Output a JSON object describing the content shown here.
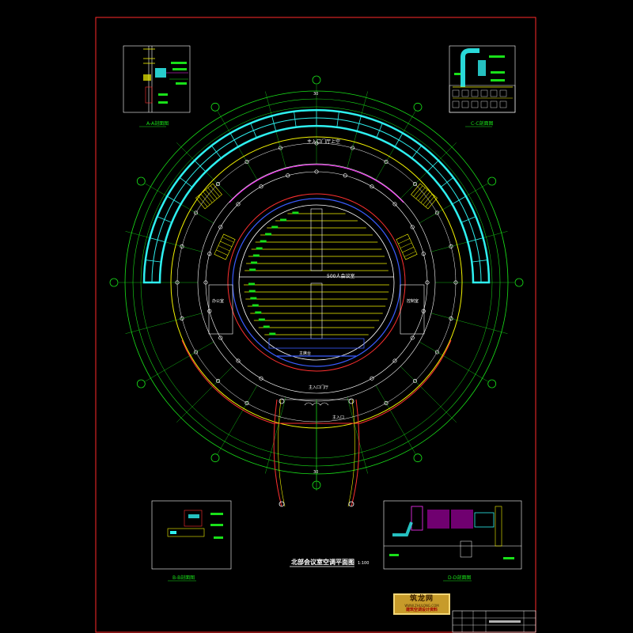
{
  "drawing": {
    "title": "北部会议室空调平面图",
    "scale": "1:100",
    "hall_label": "500人会议室",
    "entrance_label": "主入口",
    "lobby_label": "主入口门厅",
    "top_corridor_label": "主入口门厅上空",
    "bottom_sub_label": "主席台",
    "room_left": "办公室",
    "room_right": "控制室",
    "top_axis_label": "30",
    "bottom_axis_label": "30"
  },
  "sections": {
    "aa": "A-A剖面图",
    "cc": "C-C剖面图",
    "bb": "B-B剖面图",
    "dd": "D-D剖面图"
  },
  "watermark": {
    "line1": "筑龙网",
    "line2": "WWW.ZHULONG.COM",
    "line3": "建筑空调设计资料"
  },
  "colors": {
    "frame": "#ff2a2a",
    "axis_grid": "#19e019",
    "duct": "#2ef0f0",
    "yellow": "#f3f300",
    "red": "#ff3030",
    "blue": "#3a5cff",
    "magenta": "#ff33ff",
    "white": "#ffffff"
  }
}
